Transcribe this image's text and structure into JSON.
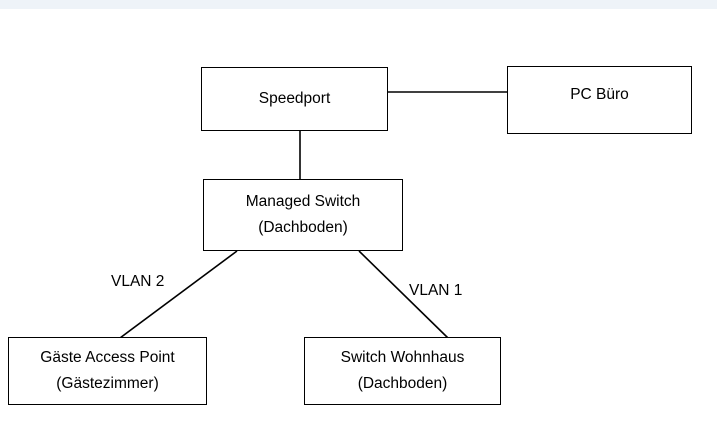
{
  "diagram": {
    "nodes": {
      "speedport": {
        "lines": [
          "Speedport"
        ]
      },
      "pc_buero": {
        "lines": [
          "PC Büro"
        ]
      },
      "managed_switch": {
        "lines": [
          "Managed Switch",
          "(Dachboden)"
        ]
      },
      "guest_ap": {
        "lines": [
          "Gäste Access Point",
          "(Gästezimmer)"
        ]
      },
      "switch_wohnhaus": {
        "lines": [
          "Switch Wohnhaus",
          "(Dachboden)"
        ]
      }
    },
    "edges": [
      {
        "from": "Speedport",
        "to": "PC Büro",
        "label": ""
      },
      {
        "from": "Speedport",
        "to": "Managed Switch",
        "label": ""
      },
      {
        "from": "Managed Switch",
        "to": "Gäste Access Point",
        "label": "VLAN 2"
      },
      {
        "from": "Managed Switch",
        "to": "Switch Wohnhaus",
        "label": "VLAN 1"
      }
    ],
    "colors": {
      "stroke": "#000000",
      "background": "#ffffff",
      "top_band": "#eef3f8"
    }
  }
}
